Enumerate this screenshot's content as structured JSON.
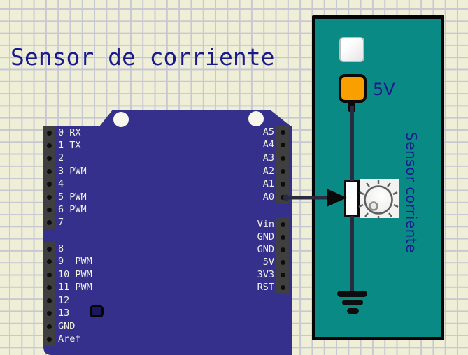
{
  "title": "Sensor de corriente",
  "board": {
    "name": "arduino-uno",
    "pins": {
      "left_top": [
        "0 RX",
        "1 TX",
        "2",
        "3 PWM",
        "4",
        "5 PWM",
        "6 PWM",
        "7"
      ],
      "left_bottom": [
        "8",
        "9  PWM",
        "10 PWM",
        "11 PWM",
        "12",
        "13",
        "GND",
        "Aref"
      ],
      "analog": [
        "A5",
        "A4",
        "A3",
        "A2",
        "A1",
        "A0"
      ],
      "power": [
        "Vin",
        "GND",
        "GND",
        "5V",
        "3V3",
        "RST"
      ]
    }
  },
  "panel": {
    "title": "Sensor corriente",
    "source_voltage": "5V"
  },
  "connections": {
    "signal": "A0 -> sensor input"
  },
  "icons": {
    "bulb": "lamp-icon",
    "ground": "ground-symbol",
    "arrow": "signal-arrow-icon"
  },
  "colors": {
    "background": "#EFEFD8",
    "grid": "#C8C8D2",
    "board": "#34308C",
    "panel": "#0A8A85",
    "text_accent": "#1A1A8C",
    "pin_label": "#F2F2E4",
    "wire": "#2B2B40",
    "source_orange": "#F9A000"
  }
}
